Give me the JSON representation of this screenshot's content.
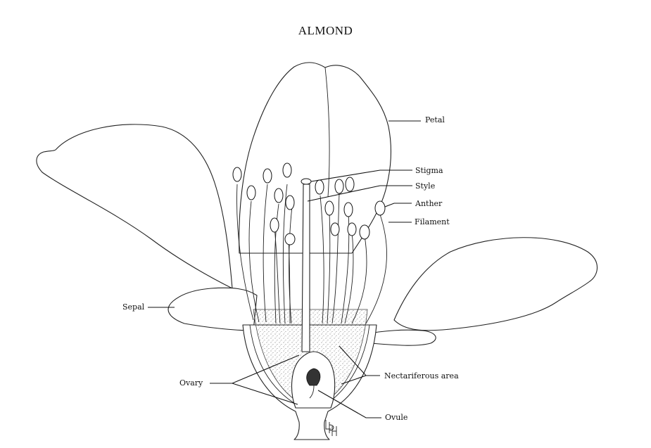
{
  "title": "ALMOND",
  "labels": {
    "petal": "Petal",
    "stigma": "Stigma",
    "style": "Style",
    "anther": "Anther",
    "filament": "Filament",
    "sepal": "Sepal",
    "ovary": "Ovary",
    "nectariferous_area": "Nectariferous area",
    "ovule": "Ovule"
  }
}
